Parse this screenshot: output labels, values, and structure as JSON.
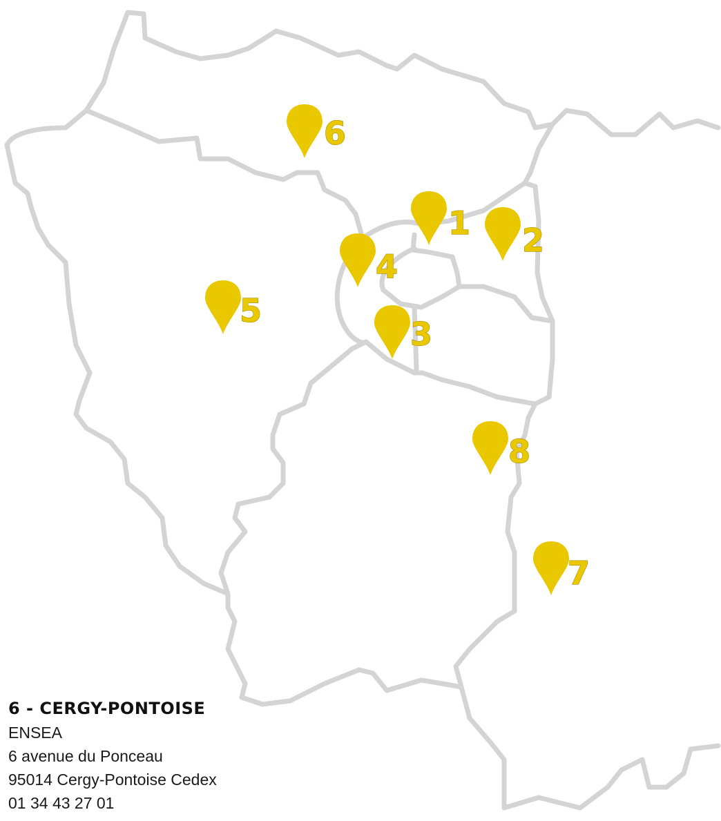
{
  "colors": {
    "marker": "#eac800",
    "marker_outline": "#a88d00",
    "border_lines": "#d4d4d4",
    "text": "#1a1a1a"
  },
  "markers": [
    {
      "number": "1"
    },
    {
      "number": "2"
    },
    {
      "number": "3"
    },
    {
      "number": "4"
    },
    {
      "number": "5"
    },
    {
      "number": "6"
    },
    {
      "number": "7"
    },
    {
      "number": "8"
    }
  ],
  "selected_site": {
    "title": "6 - CERGY-PONTOISE",
    "lines": [
      "ENSEA",
      "6 avenue du Ponceau",
      "95014 Cergy-Pontoise Cedex",
      "01 34 43 27 01"
    ]
  }
}
